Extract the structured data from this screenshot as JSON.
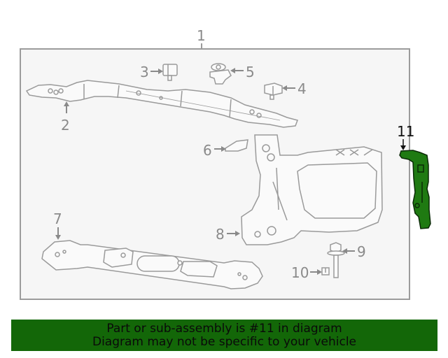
{
  "diagram": {
    "assembly_label": "1",
    "callouts": [
      {
        "id": "2",
        "label": "2",
        "part": "upper-crossmember"
      },
      {
        "id": "3",
        "label": "3",
        "part": "nut-block"
      },
      {
        "id": "4",
        "label": "4",
        "part": "nut-block"
      },
      {
        "id": "5",
        "label": "5",
        "part": "clip-nut"
      },
      {
        "id": "6",
        "label": "6",
        "part": "bracket"
      },
      {
        "id": "7",
        "label": "7",
        "part": "lower-crossmember"
      },
      {
        "id": "8",
        "label": "8",
        "part": "side-bracket-panel"
      },
      {
        "id": "9",
        "label": "9",
        "part": "bolt"
      },
      {
        "id": "10",
        "label": "10",
        "part": "clip"
      },
      {
        "id": "11",
        "label": "11",
        "part": "highlighted-side-bracket"
      }
    ],
    "highlight_color": "#1f7a12",
    "frame_color": "#9b9b9b"
  },
  "banner": {
    "line1": "Part or sub-assembly is #11 in diagram",
    "line2": "Diagram may not be specific to your vehicle",
    "background": "#136708"
  }
}
